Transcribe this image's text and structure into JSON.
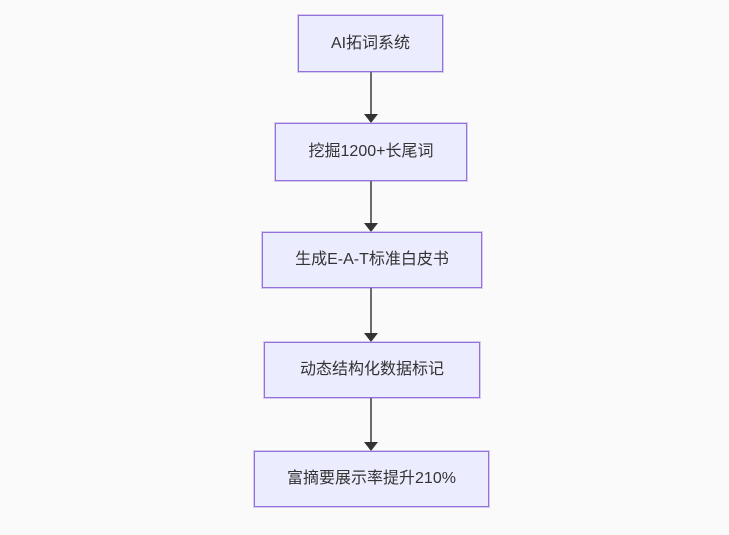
{
  "page": {
    "background_color": "#FAFAFA"
  },
  "diagram": {
    "type": "flowchart",
    "direction": "top-down",
    "colors": {
      "node_fill": "#ECECFF",
      "node_border": "#9370DB",
      "node_text": "#333333",
      "edge_line": "#6b6b6b",
      "edge_arrowhead": "#333333"
    },
    "nodes": [
      {
        "id": "node-1",
        "label": "AI拓词系统"
      },
      {
        "id": "node-2",
        "label": "挖掘1200+长尾词"
      },
      {
        "id": "node-3",
        "label": "生成E-A-T标准白皮书"
      },
      {
        "id": "node-4",
        "label": "动态结构化数据标记"
      },
      {
        "id": "node-5",
        "label": "富摘要展示率提升210%"
      }
    ],
    "edges": [
      {
        "from": "node-1",
        "to": "node-2",
        "style": "arrow-down"
      },
      {
        "from": "node-2",
        "to": "node-3",
        "style": "arrow-down"
      },
      {
        "from": "node-3",
        "to": "node-4",
        "style": "arrow-down"
      },
      {
        "from": "node-4",
        "to": "node-5",
        "style": "arrow-down"
      }
    ]
  }
}
